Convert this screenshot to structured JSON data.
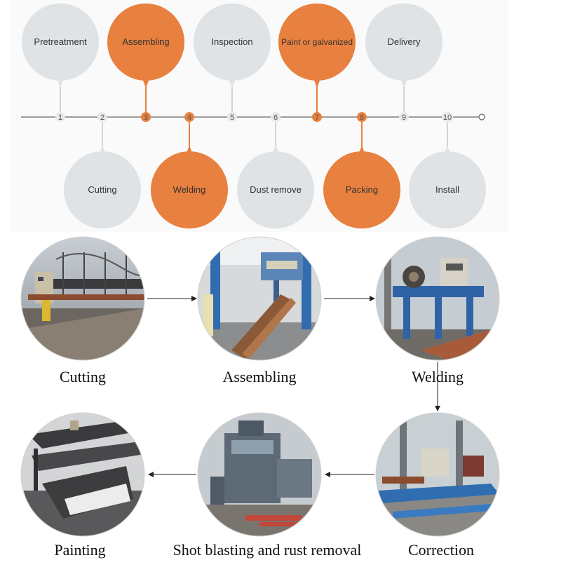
{
  "colors": {
    "grey_bubble": "#dfe3e5",
    "orange_bubble": "#e8803f",
    "line": "#666666"
  },
  "timeline": {
    "top_steps": [
      {
        "label": "Pretreatment",
        "color": "grey"
      },
      {
        "label": "Assembling",
        "color": "orange"
      },
      {
        "label": "Inspection",
        "color": "grey"
      },
      {
        "label": "Paint or galvanized",
        "color": "orange"
      },
      {
        "label": "Delivery",
        "color": "grey"
      }
    ],
    "bottom_steps": [
      {
        "label": "Cutting",
        "color": "grey"
      },
      {
        "label": "Welding",
        "color": "orange"
      },
      {
        "label": "Dust remove",
        "color": "grey"
      },
      {
        "label": "Packing",
        "color": "orange"
      },
      {
        "label": "Install",
        "color": "grey"
      }
    ],
    "numbers": [
      "1",
      "2",
      "3",
      "4",
      "5",
      "6",
      "7",
      "8",
      "9",
      "10"
    ],
    "highlighted_numbers": [
      "3",
      "4",
      "7",
      "8"
    ]
  },
  "photo_flow": {
    "row1": [
      {
        "caption": "Cutting",
        "photo": "cutting-machine-photo"
      },
      {
        "caption": "Assembling",
        "photo": "assembling-machine-photo"
      },
      {
        "caption": "Welding",
        "photo": "welding-machine-photo"
      }
    ],
    "row2": [
      {
        "caption": "Painting",
        "photo": "painted-beams-photo"
      },
      {
        "caption": "Shot blasting and rust removal",
        "photo": "shot-blasting-machine-photo"
      },
      {
        "caption": "Correction",
        "photo": "correction-line-photo"
      }
    ]
  }
}
